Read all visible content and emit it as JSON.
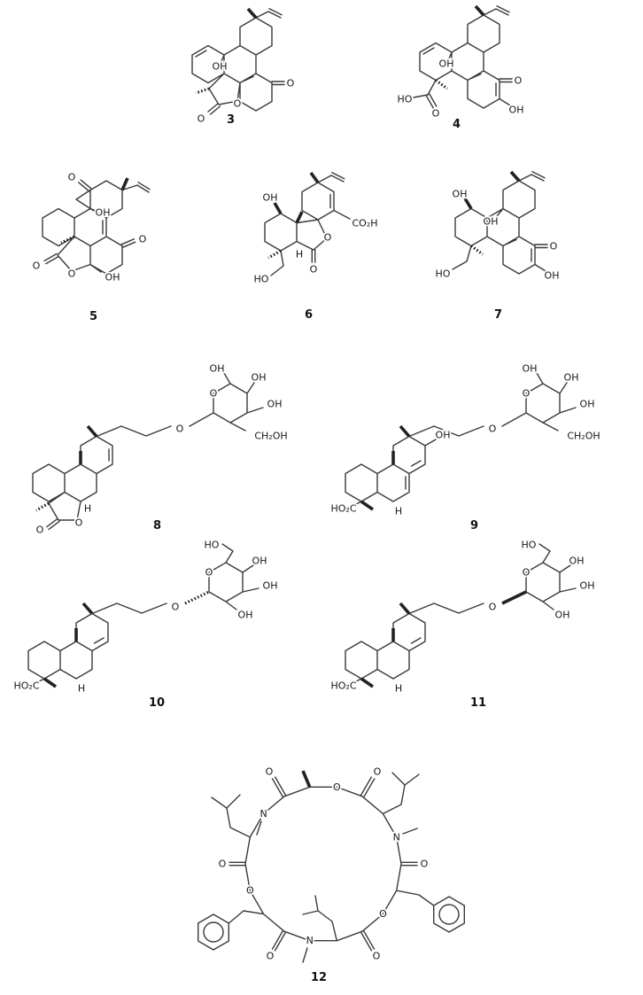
{
  "page": {
    "background": "#ffffff",
    "ink_color": "#3a3a3a"
  },
  "compounds": [
    {
      "number": "3",
      "labels": {
        "oh": "OH",
        "o_ketone": "O",
        "o_lactone": "O",
        "o_carbonyl": "O"
      }
    },
    {
      "number": "4",
      "labels": {
        "oh": "OH",
        "o_ketone": "O",
        "oh_enol": "OH",
        "o_acid": "O",
        "ho_acid": "HO"
      }
    },
    {
      "number": "5",
      "labels": {
        "o_top": "O",
        "oh": "OH",
        "o_ketone": "O",
        "oh_hemiketal": "OH",
        "o_lactone": "O",
        "o_carbonyl": "O"
      }
    },
    {
      "number": "6",
      "labels": {
        "oh": "OH",
        "co2h": "CO₂H",
        "o_lactone": "O",
        "o_carbonyl": "O",
        "ho": "HO",
        "h": "H"
      }
    },
    {
      "number": "7",
      "labels": {
        "oh_top": "OH",
        "oh_mid": "OH",
        "o_ketone": "O",
        "oh_enol": "OH",
        "ho": "HO"
      }
    },
    {
      "number": "8",
      "labels": {
        "o_carbonyl": "O",
        "o_lactone": "O",
        "h": "H",
        "o_glycosidic": "O",
        "o_ring": "O",
        "oh1": "OH",
        "oh2": "OH",
        "oh3": "OH",
        "ch2oh": "CH₂OH"
      }
    },
    {
      "number": "9",
      "labels": {
        "ho2c": "HO₂C",
        "h": "H",
        "oh_core": "OH",
        "o_glycosidic": "O",
        "o_ring": "O",
        "oh1": "OH",
        "oh2": "OH",
        "oh3": "OH",
        "ch2oh": "CH₂OH"
      }
    },
    {
      "number": "10",
      "labels": {
        "ho2c": "HO₂C",
        "h": "H",
        "o_glycosidic": "O",
        "o_ring": "O",
        "ho_ch2": "HO",
        "oh1": "OH",
        "oh2": "OH",
        "oh3": "OH"
      }
    },
    {
      "number": "11",
      "labels": {
        "ho2c": "HO₂C",
        "h": "H",
        "o_glycosidic": "O",
        "o_ring": "O",
        "ho_ch2": "HO",
        "oh1": "OH",
        "oh2": "OH",
        "oh3": "OH"
      }
    },
    {
      "number": "12",
      "labels": {
        "n1": "N",
        "n2": "N",
        "n3": "N",
        "o_ester1": "O",
        "o_ester2": "O",
        "o_ester3": "O",
        "o_carbonyl1": "O",
        "o_carbonyl2": "O",
        "o_carbonyl3": "O",
        "o_carbonyl4": "O",
        "o_carbonyl5": "O",
        "o_carbonyl6": "O"
      }
    }
  ]
}
